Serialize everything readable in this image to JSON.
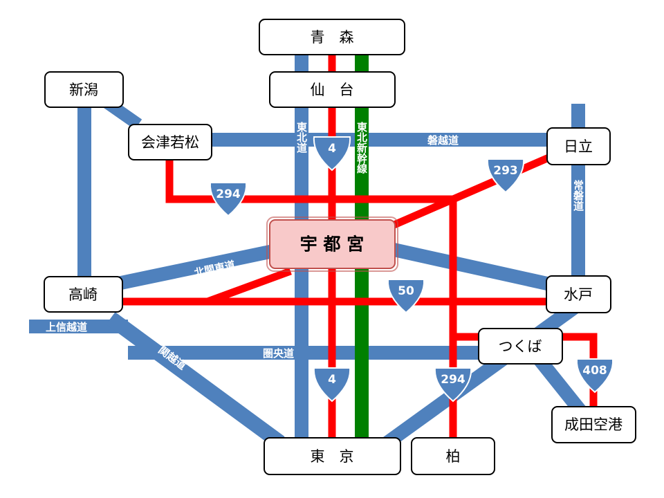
{
  "colors": {
    "expressway": "#4f81bd",
    "national_road": "#ff0000",
    "shinkansen": "#008000",
    "center_fill": "#f8c9c9",
    "center_border": "#c0504d"
  },
  "center": {
    "label": "宇 都 宮"
  },
  "cities": {
    "aomori": "青　森",
    "sendai": "仙　台",
    "niigata": "新潟",
    "aizu": "会津若松",
    "hitachi": "日立",
    "takasaki": "高崎",
    "mito": "水戸",
    "tsukuba": "つくば",
    "narita": "成田空港",
    "tokyo": "東　京",
    "kashiwa": "柏"
  },
  "expressways": {
    "tohoku": "東北道",
    "banetsu": "磐越道",
    "joban": "常磐道",
    "kitakanto": "北関東道",
    "joshinetsu": "上信越道",
    "kanetsu": "関越道",
    "kenodo": "圏央道"
  },
  "rail": {
    "shinkansen": "東北新幹線"
  },
  "routes": {
    "r4_north": "4",
    "r4_south": "4",
    "r294_west": "294",
    "r294_south": "294",
    "r293": "293",
    "r50": "50",
    "r408": "408"
  }
}
